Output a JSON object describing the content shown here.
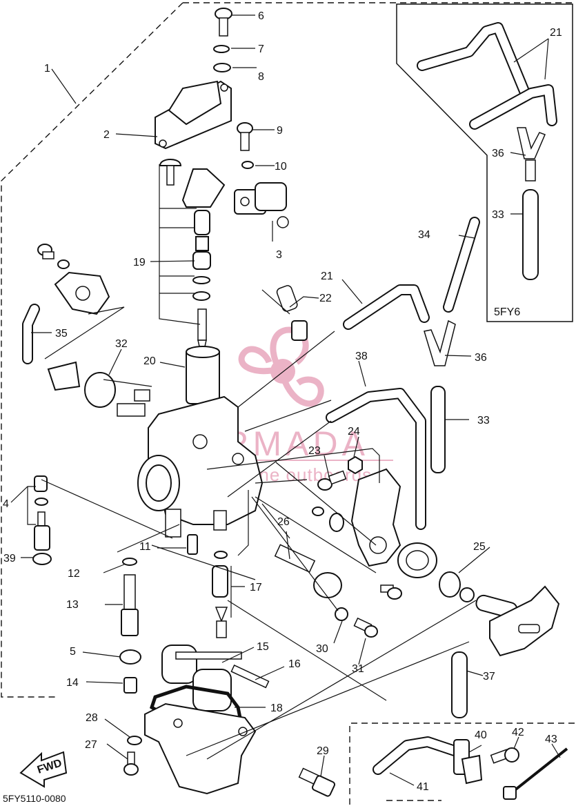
{
  "diagram_code": "5FY5110-0080",
  "inset_top_code": "5FY6",
  "fwd_label": "FWD",
  "watermark": {
    "brand": "ARMADA",
    "tagline": "marine outboards",
    "color": "#e8a6bd"
  },
  "callouts": {
    "c1": "1",
    "c2": "2",
    "c3": "3",
    "c4": "4",
    "c5": "5",
    "c6": "6",
    "c7": "7",
    "c8": "8",
    "c9": "9",
    "c10": "10",
    "c11": "11",
    "c12": "12",
    "c13": "13",
    "c14": "14",
    "c15": "15",
    "c16": "16",
    "c17": "17",
    "c18": "18",
    "c19": "19",
    "c20": "20",
    "c21a": "21",
    "c21b": "21",
    "c22": "22",
    "c23": "23",
    "c24": "24",
    "c25": "25",
    "c26": "26",
    "c27": "27",
    "c28": "28",
    "c29": "29",
    "c30": "30",
    "c31": "31",
    "c32": "32",
    "c33a": "33",
    "c33b": "33",
    "c34": "34",
    "c35": "35",
    "c36a": "36",
    "c36b": "36",
    "c37": "37",
    "c38": "38",
    "c39": "39",
    "c40": "40",
    "c41": "41",
    "c42": "42",
    "c43": "43"
  }
}
